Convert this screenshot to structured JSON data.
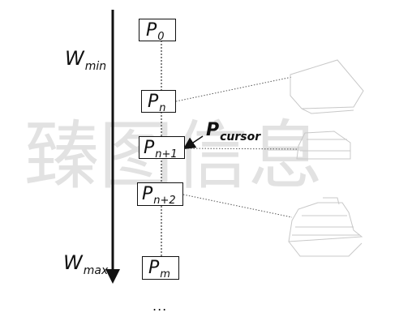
{
  "axis": {
    "w_min": {
      "base": "W",
      "sub": "min"
    },
    "w_max": {
      "base": "W",
      "sub": "max"
    }
  },
  "nodes": [
    {
      "id": "p0",
      "base": "P",
      "sub": "0"
    },
    {
      "id": "pn",
      "base": "P",
      "sub": "n"
    },
    {
      "id": "pn1",
      "base": "P",
      "sub": "n+1"
    },
    {
      "id": "pn2",
      "base": "P",
      "sub": "n+2"
    },
    {
      "id": "pm",
      "base": "P",
      "sub": "m"
    }
  ],
  "cursor": {
    "base": "P",
    "sub": "cursor"
  },
  "ellipsis": "...",
  "watermark": "臻图信息",
  "colors": {
    "ink": "#111111",
    "watermark": "#9a9a9a",
    "shape": "#c8c8c8"
  }
}
